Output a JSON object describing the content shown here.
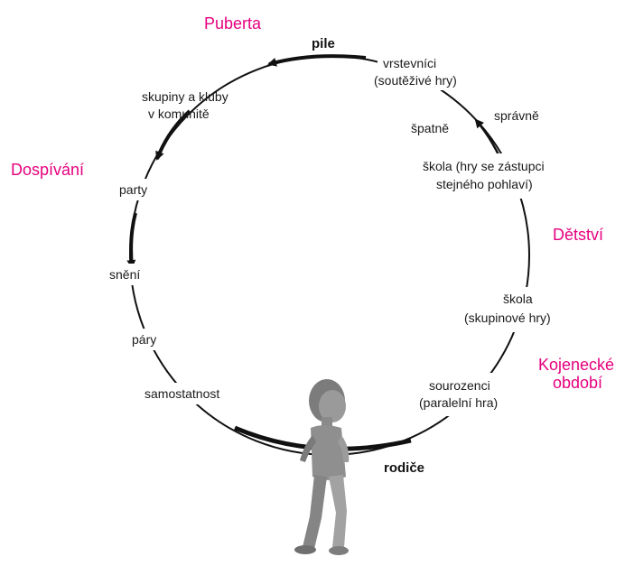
{
  "stages": {
    "puberta": "Puberta",
    "dospivani": "Dospívání",
    "detstvi": "Dětství",
    "kojenecke_line1": "Kojenecké",
    "kojenecke_line2": "období"
  },
  "labels": {
    "pile": "pile",
    "rodice": "rodiče",
    "vrstevnici_line1": "vrstevníci",
    "vrstevnici_line2": "(soutěživé hry)",
    "spravne": "správně",
    "spatne": "špatně",
    "skola_hry_line1": "škola (hry se zástupci",
    "skola_hry_line2": "stejného pohlaví)",
    "skola_skup_line1": "škola",
    "skola_skup_line2": "(skupinové hry)",
    "sourozenci_line1": "sourozenci",
    "sourozenci_line2": "(paralelní hra)",
    "skupiny_line1": "skupiny a kluby",
    "skupiny_line2": "v komunitě",
    "party": "party",
    "sneni": "snění",
    "pary": "páry",
    "samostatnost": "samostatnost"
  },
  "colors": {
    "stage_text": "#e6007e",
    "circle": "#111111",
    "child_figure": "#8a8a8a"
  },
  "figure": "child-walking"
}
